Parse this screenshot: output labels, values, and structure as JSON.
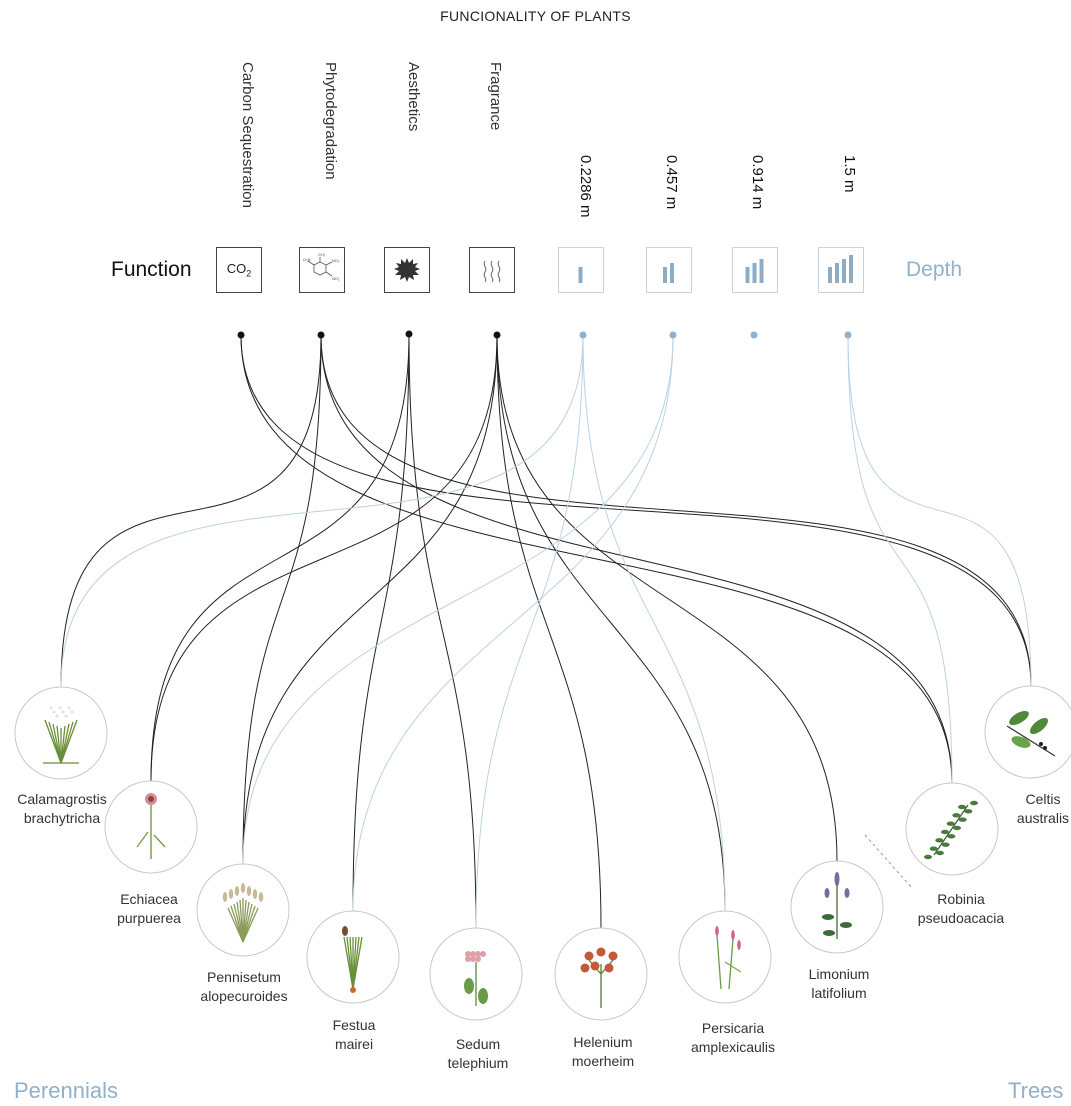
{
  "title": "FUNCIONALITY OF PLANTS",
  "function_label": "Function",
  "depth_label": "Depth",
  "functions": [
    {
      "label": "Carbon Sequestration",
      "icon": "co2-icon",
      "icon_text": "CO",
      "icon_sub": "2"
    },
    {
      "label": "Phytodegradation",
      "icon": "molecule-icon"
    },
    {
      "label": "Aesthetics",
      "icon": "flower-blot-icon"
    },
    {
      "label": "Fragrance",
      "icon": "fragrance-waves-icon"
    }
  ],
  "depths": [
    {
      "label": "0.2286 m",
      "bars": 1
    },
    {
      "label": "0.457 m",
      "bars": 2
    },
    {
      "label": "0.914 m",
      "bars": 3
    },
    {
      "label": "1.5 m",
      "bars": 4
    }
  ],
  "plants": [
    {
      "name_line1": "Calamagrostis",
      "name_line2": "brachytricha",
      "icon": "grass-plant-icon"
    },
    {
      "name_line1": "Echiacea",
      "name_line2": "purpuerea",
      "icon": "coneflower-plant-icon"
    },
    {
      "name_line1": "Pennisetum",
      "name_line2": "alopecuroides",
      "icon": "fountain-grass-icon"
    },
    {
      "name_line1": "Festua",
      "name_line2": "mairei",
      "icon": "fescue-plant-icon"
    },
    {
      "name_line1": "Sedum",
      "name_line2": "telephium",
      "icon": "sedum-plant-icon"
    },
    {
      "name_line1": "Helenium",
      "name_line2": "moerheim",
      "icon": "helenium-plant-icon"
    },
    {
      "name_line1": "Persicaria",
      "name_line2": "amplexicaulis",
      "icon": "persicaria-plant-icon"
    },
    {
      "name_line1": "Limonium",
      "name_line2": "latifolium",
      "icon": "limonium-plant-icon"
    },
    {
      "name_line1": "Robinia",
      "name_line2": "pseudoacacia",
      "icon": "robinia-leaf-icon"
    },
    {
      "name_line1": "Celtis",
      "name_line2": "australis",
      "icon": "celtis-leaf-icon"
    }
  ],
  "group_perennials": "Perennials",
  "group_trees": "Trees",
  "connections": [
    {
      "from": "Carbon Sequestration",
      "to": "Robinia"
    },
    {
      "from": "Carbon Sequestration",
      "to": "Celtis"
    },
    {
      "from": "Phytodegradation",
      "to": "Calamagrostis"
    },
    {
      "from": "Phytodegradation",
      "to": "Pennisetum"
    },
    {
      "from": "Phytodegradation",
      "to": "Robinia"
    },
    {
      "from": "Phytodegradation",
      "to": "Celtis"
    },
    {
      "from": "Aesthetics",
      "to": "Echiacea"
    },
    {
      "from": "Aesthetics",
      "to": "Festua"
    },
    {
      "from": "Aesthetics",
      "to": "Sedum"
    },
    {
      "from": "Fragrance",
      "to": "Echiacea"
    },
    {
      "from": "Fragrance",
      "to": "Pennisetum"
    },
    {
      "from": "Fragrance",
      "to": "Helenium"
    },
    {
      "from": "Fragrance",
      "to": "Persicaria"
    },
    {
      "from": "Fragrance",
      "to": "Limonium"
    },
    {
      "from": "0.2286 m",
      "to": "Calamagrostis"
    },
    {
      "from": "0.2286 m",
      "to": "Sedum"
    },
    {
      "from": "0.2286 m",
      "to": "Persicaria"
    },
    {
      "from": "0.457 m",
      "to": "Pennisetum"
    },
    {
      "from": "0.457 m",
      "to": "Festua"
    },
    {
      "from": "1.5 m",
      "to": "Robinia"
    },
    {
      "from": "1.5 m",
      "to": "Celtis"
    }
  ],
  "colors": {
    "function_line": "#222222",
    "depth_line": "#bcd2e3",
    "depth_accent": "#8fb1cc",
    "depth_bar": "#8eadc4",
    "circle_border": "#c8c8c8"
  }
}
